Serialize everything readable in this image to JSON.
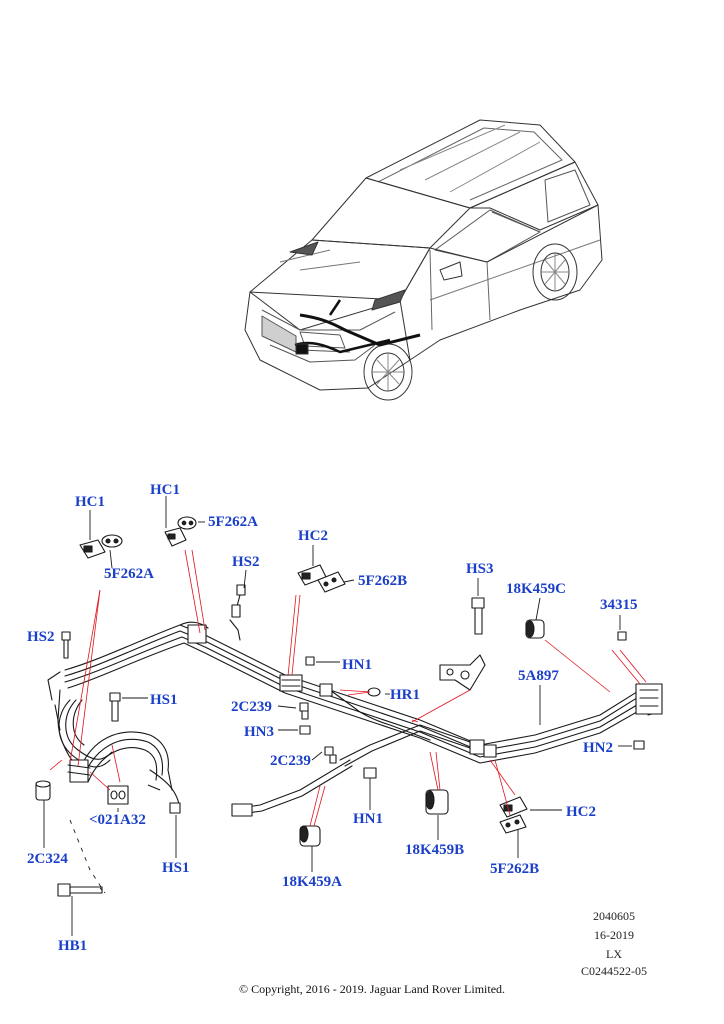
{
  "callouts": {
    "hc1_a": "HC1",
    "hc1_b": "HC1",
    "f5262a_top": "5F262A",
    "f5262a_left": "5F262A",
    "hs2_mid": "HS2",
    "hc2_top": "HC2",
    "f5262b_top": "5F262B",
    "hs3": "HS3",
    "k459c": "18K459C",
    "p34315": "34315",
    "hs2_left": "HS2",
    "hn1_mid": "HN1",
    "hr1": "HR1",
    "a897": "5A897",
    "hs1_top": "HS1",
    "c239_a": "2C239",
    "hn3": "HN3",
    "hn2": "HN2",
    "c239_b": "2C239",
    "hc2_bottom": "HC2",
    "a021": "<021A32",
    "hn1_bottom": "HN1",
    "c324": "2C324",
    "k459b": "18K459B",
    "hs1_bottom": "HS1",
    "f5262b_bottom": "5F262B",
    "k459a": "18K459A",
    "hb1": "HB1"
  },
  "meta": {
    "code1": "2040605",
    "code2": "16-2019",
    "code3": "LX",
    "code4": "C0244522-05"
  },
  "copyright": "© Copyright, 2016 - 2019. Jaguar Land Rover Limited.",
  "colors": {
    "callout": "#1a3fc8",
    "leader": "#e0141e",
    "lines": "#1a1a1a"
  }
}
